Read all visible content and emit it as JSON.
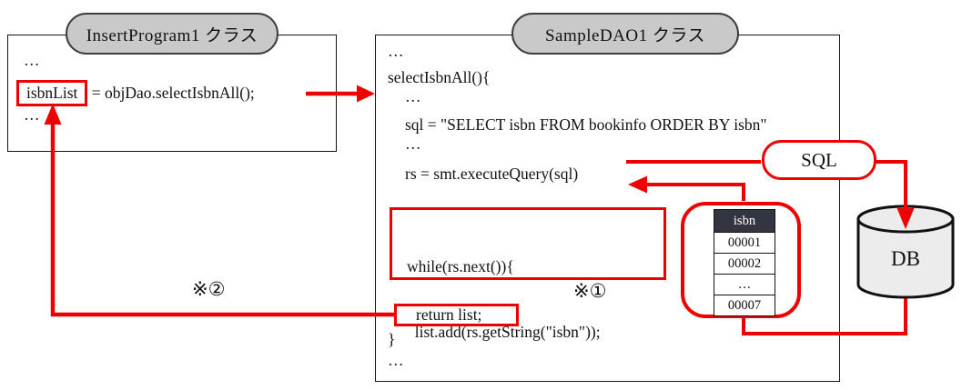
{
  "left_class": {
    "title": "InsertProgram1 クラス",
    "ellipsis_top": "…",
    "code_highlight": "isbnList",
    "code_rest": " = objDao.selectIsbnAll();",
    "ellipsis_bottom": "…"
  },
  "right_class": {
    "title": "SampleDAO1 クラス",
    "ellipsis_top": "…",
    "method_open": "selectIsbnAll(){",
    "ellipsis_a": "…",
    "sql_line": "sql = \"SELECT isbn FROM bookinfo ORDER BY isbn\"",
    "ellipsis_b": "…",
    "rs_line": "rs = smt.executeQuery(sql)",
    "while_line1": "while(rs.next()){",
    "while_line2": "  list.add(rs.getString(\"isbn\"));",
    "while_line3": "}",
    "return_line": "return list;",
    "method_close": "}",
    "ellipsis_bottom": "…"
  },
  "annotations": {
    "note1": "※①",
    "note2": "※②"
  },
  "sql_pill_label": "SQL",
  "db_label": "DB",
  "result_table": {
    "header": "isbn",
    "rows": [
      "00001",
      "00002",
      "…",
      "00007"
    ]
  },
  "colors": {
    "red": "#ee0000",
    "pill_fill": "#c9c9c9",
    "pill_border": "#3d3d3d",
    "table_header_bg": "#333542",
    "db_fill": "#ececec"
  }
}
